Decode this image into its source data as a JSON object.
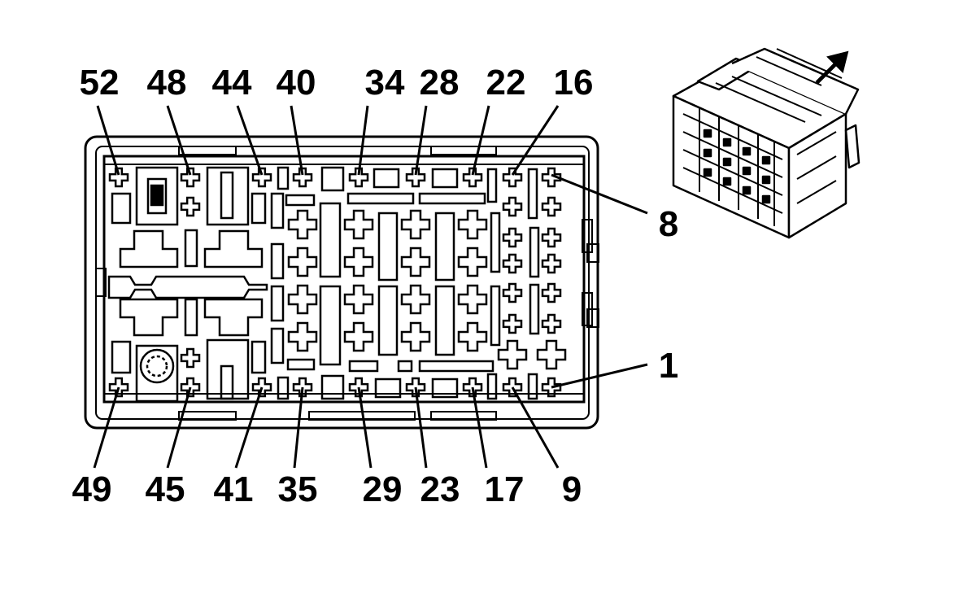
{
  "labels": {
    "top": [
      "52",
      "48",
      "44",
      "40",
      "34",
      "28",
      "22",
      "16"
    ],
    "bottom": [
      "49",
      "45",
      "41",
      "35",
      "29",
      "23",
      "17",
      "9"
    ],
    "right_upper": "8",
    "right_lower": "1"
  },
  "colors": {
    "ink": "#000000",
    "paper": "#ffffff",
    "shade": "#d8d8d8"
  }
}
